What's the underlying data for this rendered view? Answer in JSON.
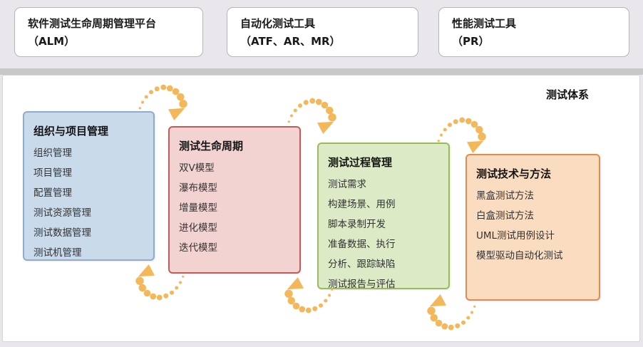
{
  "page": {
    "background": "#e9e6ec",
    "arrow_color": "#f4b85a"
  },
  "toolbars": [
    {
      "line1": "软件测试生命周期管理平台",
      "line2": "（ALM）"
    },
    {
      "line1": "自动化测试工具",
      "line2": "（ATF、AR、MR）"
    },
    {
      "line1": "性能测试工具",
      "line2": "（PR）"
    }
  ],
  "panel": {
    "title": "测试体系",
    "groups": [
      {
        "title": "组织与项目管理",
        "fill": "#c9daeb",
        "border": "#90accb",
        "items": [
          "组织管理",
          "项目管理",
          "配置管理",
          "测试资源管理",
          "测试数据管理",
          "测试机管理"
        ]
      },
      {
        "title": "测试生命周期",
        "fill": "#f2d3d1",
        "border": "#c25b5b",
        "items": [
          "双V模型",
          "瀑布模型",
          "增量模型",
          "进化模型",
          "迭代模型"
        ]
      },
      {
        "title": "测试过程管理",
        "fill": "#dcebc5",
        "border": "#9abb5a",
        "items": [
          "测试需求",
          "构建场景、用例",
          "脚本录制开发",
          "准备数据、执行",
          "分析、跟踪缺陷",
          "测试报告与评估"
        ]
      },
      {
        "title": "测试技术与方法",
        "fill": "#fadcc1",
        "border": "#e08c4d",
        "items": [
          "黑盒测试方法",
          "白盒测试方法",
          "UML测试用例设计",
          "模型驱动自动化测试"
        ]
      }
    ]
  }
}
